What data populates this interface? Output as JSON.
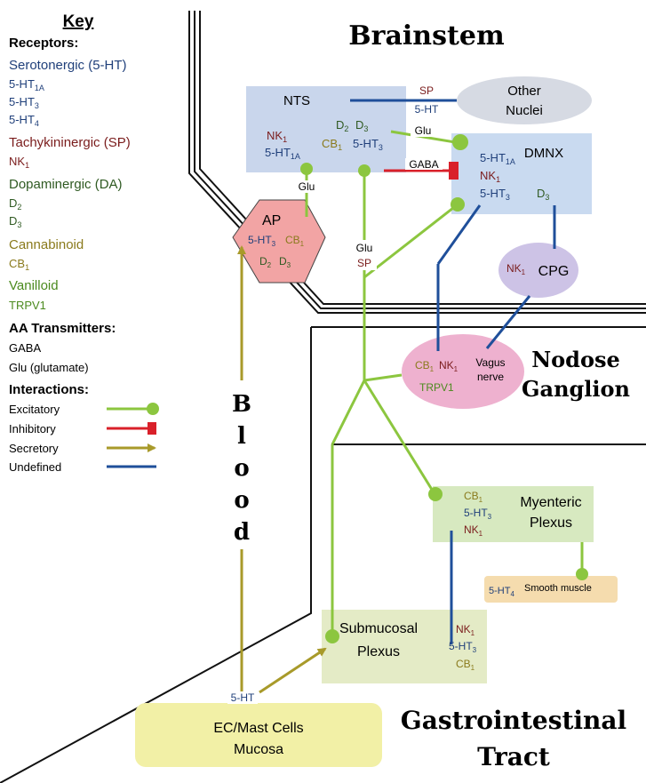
{
  "colors": {
    "serotonergic": "#1f3f7a",
    "tachykininergic": "#7a1c1c",
    "dopaminergic": "#2f5a22",
    "cannabinoid": "#8a7a1c",
    "vanilloid": "#4b8a1e",
    "excitatory": "#8cc63f",
    "inhibitory": "#d9202a",
    "secretory": "#a89a2a",
    "undefined": "#1f4f9a",
    "nts_box": "#c9d6ec",
    "dmnx_box": "#c9daf0",
    "other_nuclei": "#d6dae3",
    "ap": "#f2a4a4",
    "cpg": "#cdc3e6",
    "nodose": "#eeb1cf",
    "myenteric": "#d7e9c0",
    "smooth_muscle": "#f5dcae",
    "submucosal": "#e4ebc6",
    "ec_mast": "#f2f0a6"
  },
  "key": {
    "title": "Key",
    "receptors_heading": "Receptors:",
    "serotonergic": "Serotonergic (5-HT)",
    "ht1a_base": "5-HT",
    "ht1a_sub": "1A",
    "ht3_base": "5-HT",
    "ht3_sub": "3",
    "ht4_base": "5-HT",
    "ht4_sub": "4",
    "tachykininergic": "Tachykininergic (SP)",
    "nk1_base": "NK",
    "nk1_sub": "1",
    "dopaminergic": "Dopaminergic (DA)",
    "d2_base": "D",
    "d2_sub": "2",
    "d3_base": "D",
    "d3_sub": "3",
    "cannabinoid": "Cannabinoid",
    "cb1_base": "CB",
    "cb1_sub": "1",
    "vanilloid": "Vanilloid",
    "trpv1": "TRPV1",
    "aa_heading": "AA Transmitters:",
    "gaba": "GABA",
    "glu": "Glu (glutamate)",
    "interactions_heading": "Interactions:",
    "excitatory": "Excitatory",
    "inhibitory": "Inhibitory",
    "secretory": "Secretory",
    "undefined": "Undefined"
  },
  "regions": {
    "brainstem": "Brainstem",
    "nodose_line1": "Nodose",
    "nodose_line2": "Ganglion",
    "gi_line1": "Gastrointestinal",
    "gi_line2": "Tract",
    "blood_letters": [
      "B",
      "l",
      "o",
      "o",
      "d"
    ]
  },
  "nodes": {
    "nts": {
      "label": "NTS",
      "nk1_base": "NK",
      "nk1_sub": "1",
      "ht1a_base": "5-HT",
      "ht1a_sub": "1A",
      "d2_base": "D",
      "d2_sub": "2",
      "d3_base": "D",
      "d3_sub": "3",
      "cb1_base": "CB",
      "cb1_sub": "1",
      "ht3_base": "5-HT",
      "ht3_sub": "3"
    },
    "other_nuclei": {
      "line1": "Other",
      "line2": "Nuclei"
    },
    "dmnx": {
      "label": "DMNX",
      "ht1a_base": "5-HT",
      "ht1a_sub": "1A",
      "nk1_base": "NK",
      "nk1_sub": "1",
      "ht3_base": "5-HT",
      "ht3_sub": "3",
      "d3_base": "D",
      "d3_sub": "3"
    },
    "ap": {
      "label": "AP",
      "ht3_base": "5-HT",
      "ht3_sub": "3",
      "cb1_base": "CB",
      "cb1_sub": "1",
      "d2_base": "D",
      "d2_sub": "2",
      "d3_base": "D",
      "d3_sub": "3"
    },
    "cpg": {
      "label": "CPG",
      "nk1_base": "NK",
      "nk1_sub": "1"
    },
    "nodose": {
      "cb1_base": "CB",
      "cb1_sub": "1",
      "nk1_base": "NK",
      "nk1_sub": "1",
      "vagus_line1": "Vagus",
      "vagus_line2": "nerve",
      "trpv1": "TRPV1"
    },
    "myenteric": {
      "line1": "Myenteric",
      "line2": "Plexus",
      "cb1_base": "CB",
      "cb1_sub": "1",
      "ht3_base": "5-HT",
      "ht3_sub": "3",
      "nk1_base": "NK",
      "nk1_sub": "1"
    },
    "smooth_muscle": {
      "ht4_base": "5-HT",
      "ht4_sub": "4",
      "label": "Smooth muscle"
    },
    "submucosal": {
      "line1": "Submucosal",
      "line2": "Plexus",
      "nk1_base": "NK",
      "nk1_sub": "1",
      "ht3_base": "5-HT",
      "ht3_sub": "3",
      "cb1_base": "CB",
      "cb1_sub": "1"
    },
    "ec_mast": {
      "line1": "EC/Mast Cells",
      "line2": "Mucosa"
    }
  },
  "links": {
    "sp_label": "SP",
    "ht_label": "5-HT",
    "glu_dmnx": "Glu",
    "gaba_label": "GABA",
    "glu_ap": "Glu",
    "glu_vagal": "Glu",
    "sp_vagal": "SP",
    "ec_5ht": "5-HT"
  }
}
